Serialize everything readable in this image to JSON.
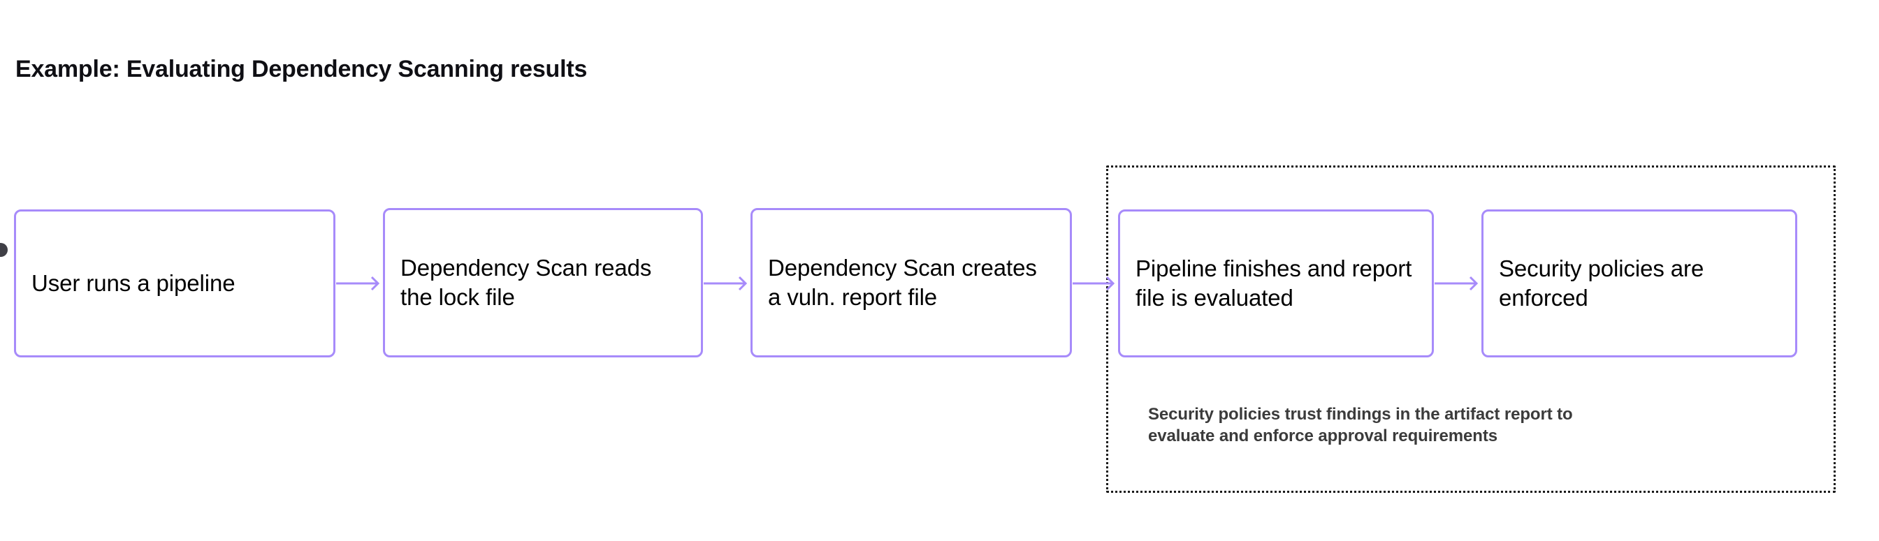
{
  "title": "Example: Evaluating Dependency Scanning results",
  "colors": {
    "node_border": "#a78bfa",
    "arrow": "#a78bfa",
    "group_border": "#1a1a1a",
    "title_text": "#0f0f14",
    "node_text": "#000000",
    "caption_text": "#3b3b3b",
    "handle": "#3f3f46",
    "background": "#ffffff"
  },
  "flow": {
    "nodes": [
      {
        "id": "node-1",
        "label": "User runs a pipeline"
      },
      {
        "id": "node-2",
        "label": "Dependency Scan reads the lock file"
      },
      {
        "id": "node-3",
        "label": "Dependency Scan creates a vuln. report file"
      },
      {
        "id": "node-4",
        "label": "Pipeline finishes and report file is evaluated"
      },
      {
        "id": "node-5",
        "label": "Security policies are enforced"
      }
    ],
    "connectors": [
      {
        "id": "arrow-1",
        "from": "node-1",
        "to": "node-2",
        "style": "arrow-right"
      },
      {
        "id": "arrow-2",
        "from": "node-2",
        "to": "node-3",
        "style": "arrow-right"
      },
      {
        "id": "arrow-3",
        "from": "node-3",
        "to": "node-4",
        "style": "arrow-right"
      },
      {
        "id": "arrow-4",
        "from": "node-4",
        "to": "node-5",
        "style": "arrow-right"
      }
    ],
    "handles": [
      {
        "id": "left-handle",
        "shape": "circle",
        "state": "partially-visible"
      }
    ]
  },
  "group": {
    "border_style": "dotted",
    "members": [
      "node-4",
      "node-5"
    ],
    "caption_lines": [
      "Security policies trust findings in the artifact report to",
      "evaluate and enforce approval requirements"
    ]
  }
}
